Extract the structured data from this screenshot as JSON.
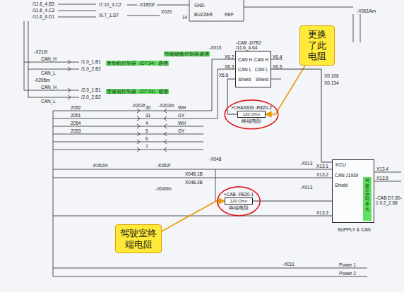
{
  "diagram": {
    "nodes": [
      {
        "text": [
          "更换了此电阻"
        ]
      },
      {
        "text": [
          "-CAB -D7B2 /11.6_4.64",
          "CAN H",
          "CAN L",
          "Shield",
          "CAN H",
          "CAN L",
          "Shield"
        ]
      },
      {
        "text": [
          "+CHASSIS -R820-2",
          "120 Ohm",
          "终端电阻"
        ]
      },
      {
        "text": [
          "KCU",
          "CAN J1939",
          "Shield",
          "-CAB D7.80-1 0.2_2.68"
        ]
      },
      {
        "text": [
          "驾驶室控制单元"
        ],
        "in": 3
      },
      {
        "text": [
          "+CAB -R820-1",
          "120 Ohm",
          "终端电阻"
        ]
      },
      {
        "text": [
          "驾驶室终端电阻"
        ]
      }
    ],
    "edges": [
      {
        "from": 0,
        "to": 2,
        "arrow": "to"
      },
      {
        "from": 2,
        "to": 1,
        "arrow": "none"
      },
      {
        "from": 1,
        "to": 3,
        "arrow": "none"
      },
      {
        "from": 5,
        "to": 3,
        "arrow": "none"
      },
      {
        "from": 6,
        "to": 5,
        "arrow": "to"
      }
    ],
    "labels": [
      "/11.6_4.B3",
      "/11.6_4.C2",
      "/11.6_6.D1",
      "/7.10_3.C2",
      "/9.7_1.D7",
      "-X1853f",
      "X020",
      "14",
      "GND",
      "BUZZER",
      "REF",
      "-X061Am",
      "-X210f",
      "CAN_H",
      "CAN_L",
      "/1.0_1.B1",
      "/1.0_2.B2",
      "发动机控制器（D7.94）通信",
      "-X205m",
      "CAN_H",
      "CAN_L",
      "/2.0_1.B1",
      "/2.0_2.B2",
      "变速箱控制器（D7.93）通信",
      "-X015",
      "功能键盘控制器通信",
      "X6.2",
      "X6.3",
      "X6.6",
      "X6.4",
      "X6.5",
      "X0.106",
      "X0.134",
      "-X203f",
      "-X203m",
      "2052",
      "2051",
      "2054",
      "2053",
      "30",
      "31",
      "4",
      "5",
      "6",
      "7",
      "WH",
      "GY",
      "WH",
      "GY",
      "-K052m",
      "-K052f",
      "-X048",
      "X048.1B",
      "X048.2B",
      "-X049m",
      "-X013",
      "-X013",
      "X13.1",
      "X13.2",
      "X13.3",
      "X13.4",
      "X13.5",
      "SUPPLY & CAN",
      "-X011",
      "Power 1",
      "Power 2"
    ]
  }
}
